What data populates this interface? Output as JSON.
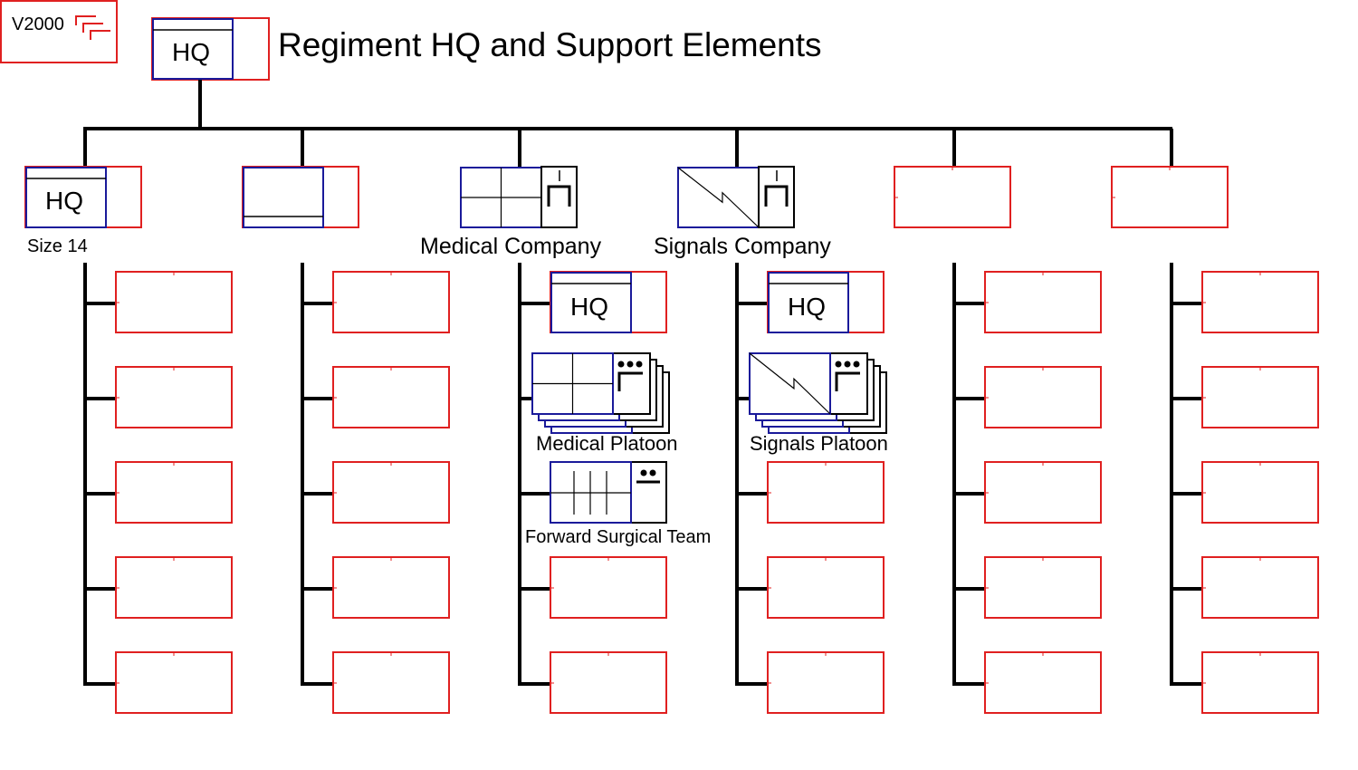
{
  "title": "Regiment HQ and Support Elements",
  "version_tag": "V2000",
  "hq_text": "HQ",
  "columns": [
    {
      "id": "col1",
      "symbol": "hq",
      "label_below": "Size 14",
      "children": [
        "empty",
        "empty",
        "empty",
        "empty",
        "empty"
      ]
    },
    {
      "id": "col2",
      "symbol": "unit-blank",
      "label_below": "",
      "children": [
        "empty",
        "empty",
        "empty",
        "empty",
        "empty"
      ]
    },
    {
      "id": "col3",
      "symbol": "medical-company",
      "label_below": "Medical Company",
      "children": [
        {
          "symbol": "hq",
          "label": ""
        },
        {
          "symbol": "medical-platoon",
          "label": "Medical Platoon"
        },
        {
          "symbol": "forward-surgical-team",
          "label": "Forward Surgical Team"
        },
        "empty",
        "empty"
      ]
    },
    {
      "id": "col4",
      "symbol": "signals-company",
      "label_below": "Signals Company",
      "children": [
        {
          "symbol": "hq",
          "label": ""
        },
        {
          "symbol": "signals-platoon",
          "label": "Signals Platoon"
        },
        "empty",
        "empty",
        "empty"
      ]
    },
    {
      "id": "col5",
      "symbol": "empty",
      "label_below": "",
      "children": [
        "empty",
        "empty",
        "empty",
        "empty",
        "empty"
      ]
    },
    {
      "id": "col6",
      "symbol": "empty",
      "label_below": "",
      "children": [
        "empty",
        "empty",
        "empty",
        "empty",
        "empty"
      ]
    }
  ],
  "labels": {
    "size14": "Size 14",
    "medical_company": "Medical Company",
    "signals_company": "Signals Company",
    "medical_platoon": "Medical Platoon",
    "signals_platoon": "Signals Platoon",
    "forward_surgical_team": "Forward Surgical Team"
  },
  "colors": {
    "frame": "#e02020",
    "unit_border": "#1a1a9a",
    "line": "#000000"
  }
}
